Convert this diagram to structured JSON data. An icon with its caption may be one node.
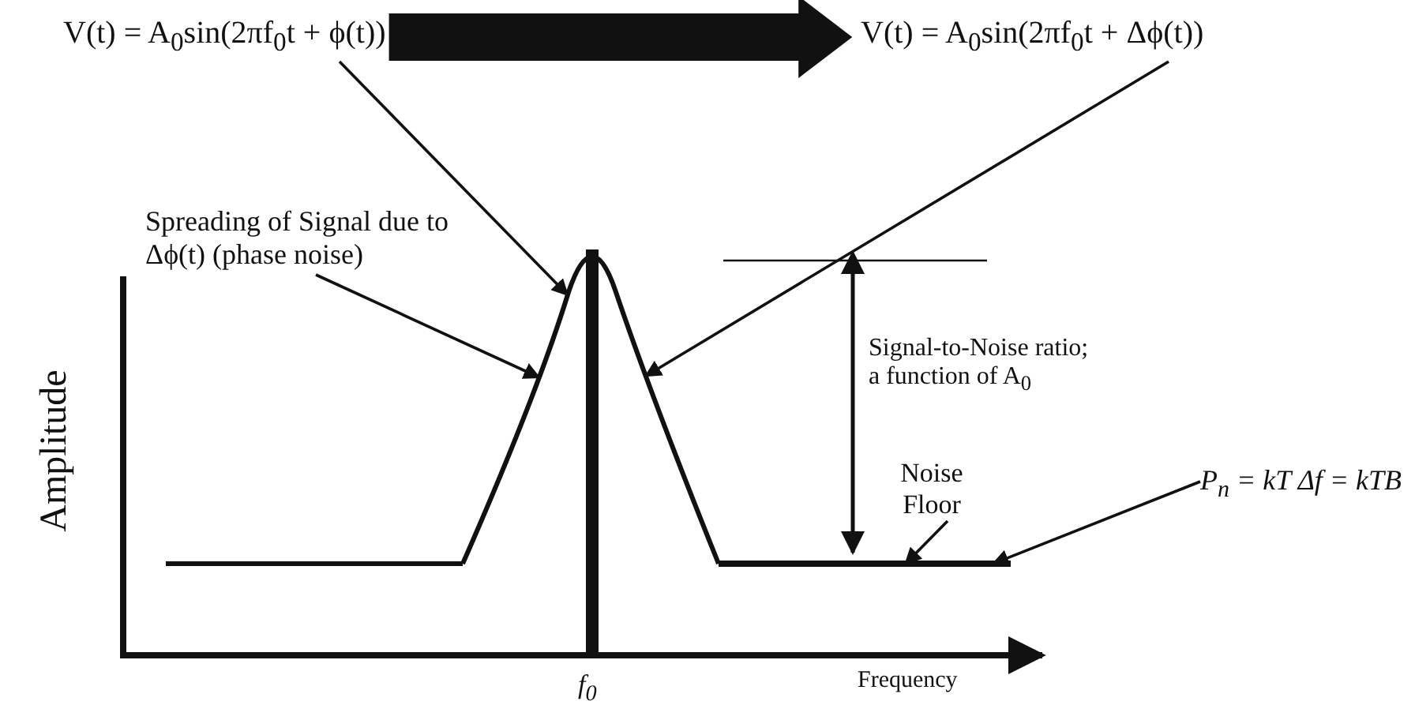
{
  "diagram": {
    "nodes": [
      {
        "text": [
          "V(t) = A$_{0}$sin(2πf$_{0}$t + ϕ(t))"
        ]
      },
      {
        "text": [
          "V(t) = A$_{0}$sin(2πf$_{0}$t + Δϕ(t))"
        ]
      },
      {
        "text": [
          "Spreading of Signal due to Δϕ(t) (phase noise)"
        ]
      },
      {
        "text": [
          "Noise Floor"
        ]
      },
      {
        "text": [
          "P$_{n}$ = kT Δf = kTB"
        ]
      },
      {
        "text": [],
        "shape": "curve"
      },
      {
        "text": [],
        "shape": "line"
      }
    ],
    "edges": [
      {
        "from": 0,
        "to": 1,
        "arrow": "to",
        "style": "thick"
      },
      {
        "from": 0,
        "to": 5,
        "arrow": "to"
      },
      {
        "from": 1,
        "to": 5,
        "arrow": "to"
      },
      {
        "from": 2,
        "to": 5,
        "arrow": "to"
      },
      {
        "from": 3,
        "to": 6,
        "arrow": "to"
      },
      {
        "from": 4,
        "to": 6,
        "arrow": "to"
      }
    ],
    "labels": [
      "Signal-to-Noise ratio; a function of A$_{0}$",
      "Amplitude",
      "f$_{0}$",
      "Frequency"
    ]
  }
}
